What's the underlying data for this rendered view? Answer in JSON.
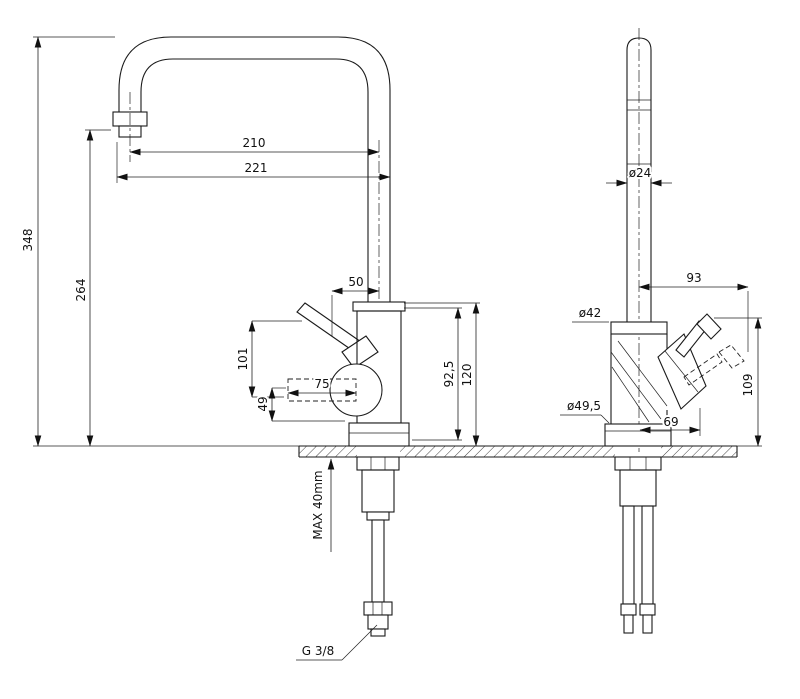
{
  "drawing": {
    "dims": {
      "total_height": "348",
      "outlet_height": "264",
      "spout_reach_center": "210",
      "spout_reach_outer": "221",
      "top_offset": "50",
      "handle_height": "101",
      "cartridge_height": "49",
      "handle_reach": "75",
      "body_height": "92,5",
      "body_overall_height": "120",
      "pipe_dia": "ø24",
      "handle_side_reach": "93",
      "body_dia": "ø42",
      "base_dia": "ø49,5",
      "handle_offset": "69",
      "handle_side_height": "109",
      "max_counter": "MAX 40mm",
      "thread": "G 3/8"
    }
  }
}
